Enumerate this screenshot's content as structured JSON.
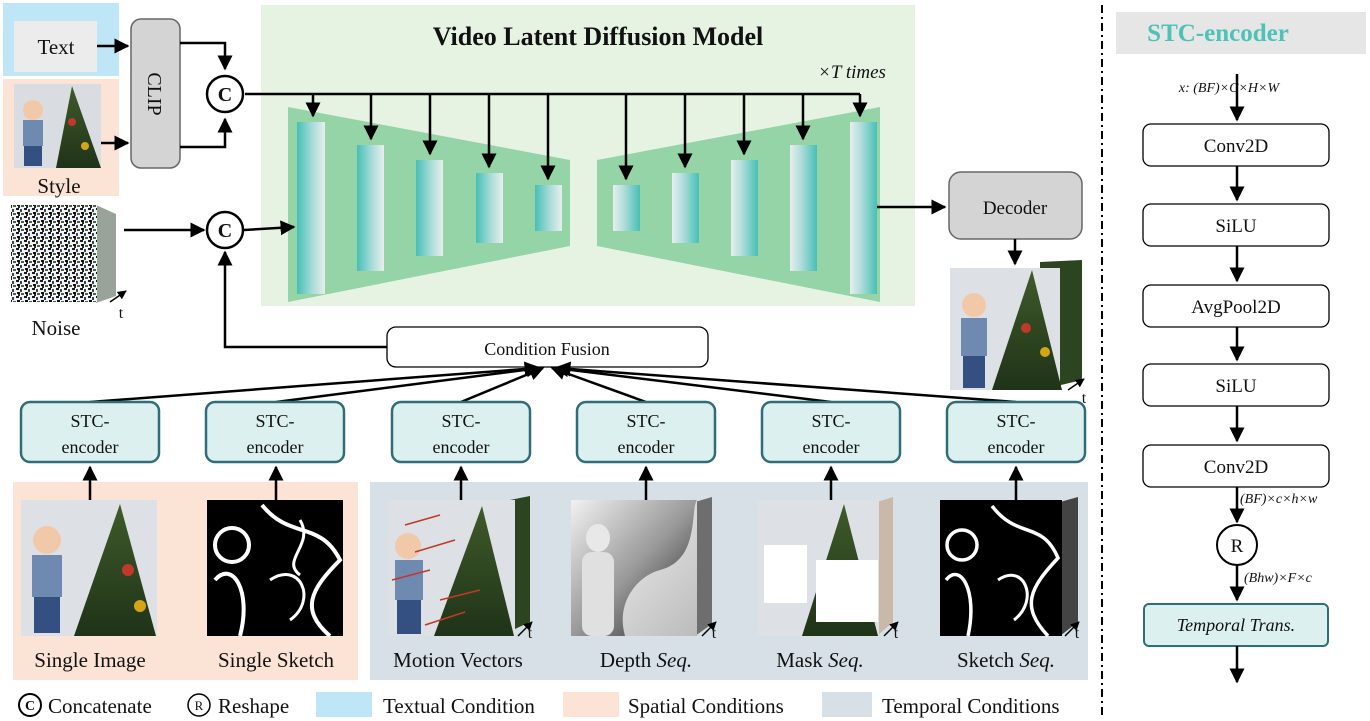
{
  "main": {
    "title": "Video Latent Diffusion Model",
    "times_label": "×T times",
    "inputs": {
      "text": "Text",
      "clip": "CLIP",
      "style": "Style",
      "noise": "Noise",
      "t_label": "t"
    },
    "concat_symbol": "C",
    "decoder": "Decoder",
    "condition_fusion": "Condition Fusion",
    "encoder_line1": "STC-",
    "encoder_line2": "encoder",
    "conditions": [
      {
        "label": "Single Image"
      },
      {
        "label": "Single Sketch"
      },
      {
        "label": "Motion Vectors"
      },
      {
        "label_main": "Depth ",
        "label_ital": "Seq."
      },
      {
        "label_main": "Mask ",
        "label_ital": "Seq."
      },
      {
        "label_main": "Sketch ",
        "label_ital": "Seq."
      }
    ]
  },
  "legend": {
    "concatenate": "Concatenate",
    "reshape": "Reshape",
    "r_symbol": "R",
    "textual": "Textual Condition",
    "spatial": "Spatial Conditions",
    "temporal": "Temporal Conditions"
  },
  "stc_panel": {
    "title": "STC-encoder",
    "input_shape": "x: (BF)×C×H×W",
    "blocks": [
      "Conv2D",
      "SiLU",
      "AvgPool2D",
      "SiLU",
      "Conv2D"
    ],
    "shape_after_conv": "(BF)×c×h×w",
    "reshape_symbol": "R",
    "shape_after_reshape": "(Bhw)×F×c",
    "temporal_block": "Temporal Trans."
  },
  "colors": {
    "textual_bg": "#bfe6f6",
    "spatial_bg": "#fbe3d6",
    "temporal_bg": "#d6e0e6",
    "model_bg": "#e6f3e3",
    "unet_green": "#95d4a7",
    "encoder_fill": "#dcf1ef",
    "encoder_stroke": "#2f6e78",
    "stc_title": "#4cc3b7",
    "stc_title_bg": "#e6e6e6"
  }
}
